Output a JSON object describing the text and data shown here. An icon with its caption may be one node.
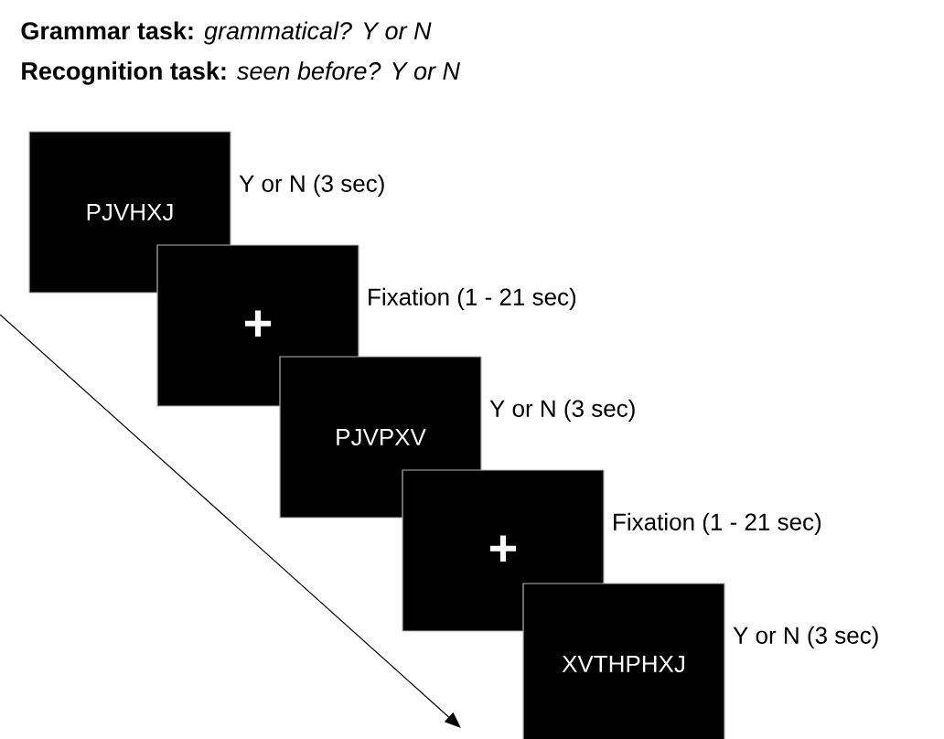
{
  "diagram": {
    "nodes": [
      {
        "text": [
          "PJVHXJ"
        ],
        "beside": [
          "Y or N (3 sec)"
        ]
      },
      {
        "text": [
          "+"
        ],
        "beside": [
          "Fixation (1 - 21 sec)"
        ]
      },
      {
        "text": [
          "PJVPXV"
        ],
        "beside": [
          "Y or N (3 sec)"
        ]
      },
      {
        "text": [
          "+"
        ],
        "beside": [
          "Fixation (1 - 21 sec)"
        ]
      },
      {
        "text": [
          "XVTHPHXJ"
        ],
        "beside": [
          "Y or N (3 sec)"
        ]
      }
    ],
    "edges": [],
    "labels": [
      "**Grammar task:** *grammatical? Y or N*",
      "**Recognition task:** *seen before? Y or N*"
    ]
  }
}
